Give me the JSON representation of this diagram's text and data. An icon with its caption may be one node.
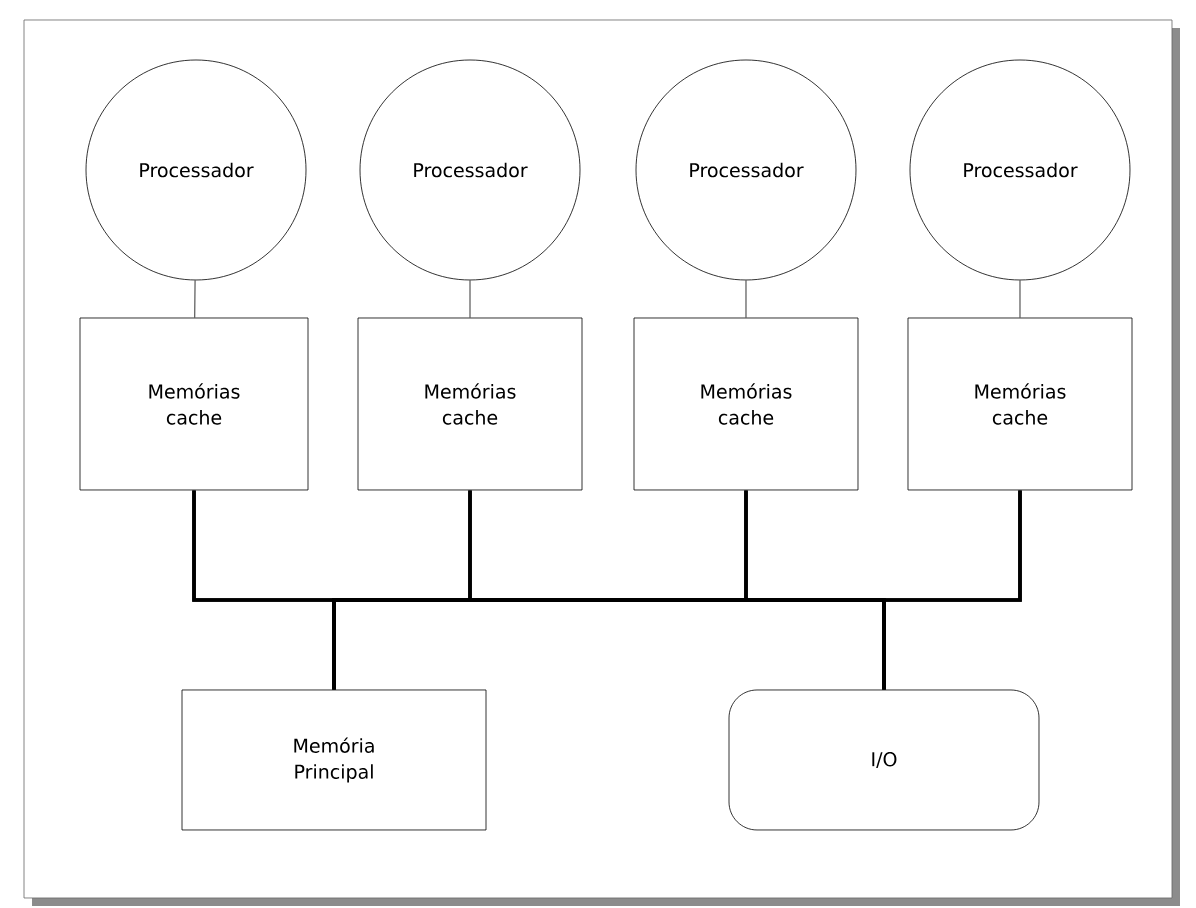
{
  "diagram": {
    "nodes": [
      {
        "text": [
          "Processador"
        ]
      },
      {
        "text": [
          "Processador"
        ]
      },
      {
        "text": [
          "Processador"
        ]
      },
      {
        "text": [
          "Processador"
        ]
      },
      {
        "text": [
          "Memórias cache"
        ]
      },
      {
        "text": [
          "Memórias cache"
        ]
      },
      {
        "text": [
          "Memórias cache"
        ]
      },
      {
        "text": [
          "Memórias cache"
        ]
      },
      {
        "text": [
          "Memória Principal"
        ]
      },
      {
        "text": [
          "I/O"
        ]
      }
    ],
    "edges": [
      {
        "from": 0,
        "to": 4,
        "arrow": "none"
      },
      {
        "from": 1,
        "to": 5,
        "arrow": "none"
      },
      {
        "from": 2,
        "to": 6,
        "arrow": "none"
      },
      {
        "from": 3,
        "to": 7,
        "arrow": "none"
      },
      {
        "from": 4,
        "to": 8,
        "arrow": "none"
      },
      {
        "from": 5,
        "to": 8,
        "arrow": "none"
      },
      {
        "from": 6,
        "to": 8,
        "arrow": "none"
      },
      {
        "from": 7,
        "to": 8,
        "arrow": "none"
      },
      {
        "from": 4,
        "to": 9,
        "arrow": "none"
      },
      {
        "from": 5,
        "to": 9,
        "arrow": "none"
      },
      {
        "from": 6,
        "to": 9,
        "arrow": "none"
      },
      {
        "from": 7,
        "to": 9,
        "arrow": "none"
      }
    ]
  }
}
